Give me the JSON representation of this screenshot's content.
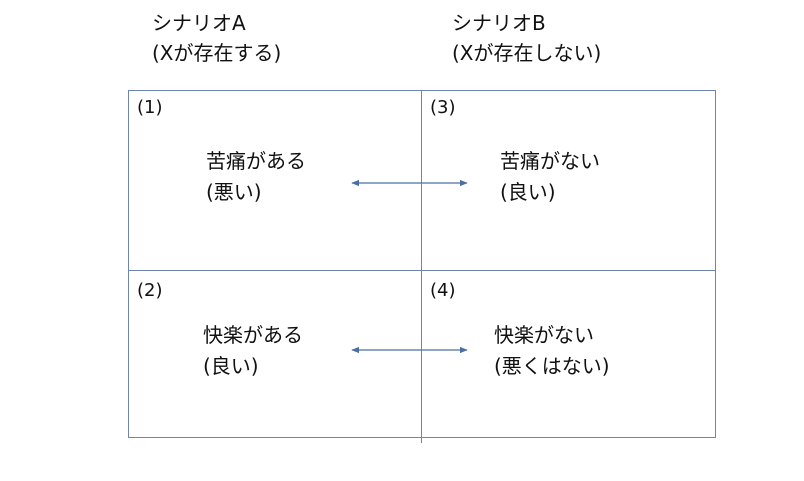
{
  "scenario_a": {
    "title": "シナリオA",
    "subtitle": "(Xが存在する)"
  },
  "scenario_b": {
    "title": "シナリオB",
    "subtitle": "(Xが存在しない)"
  },
  "cells": [
    {
      "number": "(1)",
      "label": "苦痛がある",
      "value": "(悪い)"
    },
    {
      "number": "(3)",
      "label": "苦痛がない",
      "value": "(良い)"
    },
    {
      "number": "(2)",
      "label": "快楽がある",
      "value": "(良い)"
    },
    {
      "number": "(4)",
      "label": "快楽がない",
      "value": "(悪くはない)"
    }
  ],
  "colors": {
    "grid_line": "#6e86ad",
    "arrow": "#4a6fa5",
    "text": "#111111"
  }
}
